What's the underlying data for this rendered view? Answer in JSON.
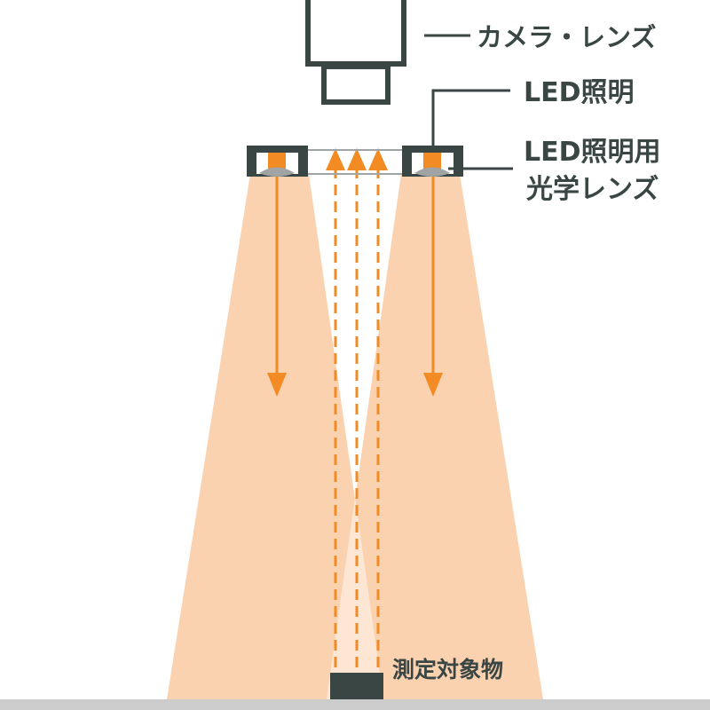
{
  "labels": {
    "camera_lens": "カメラ・レンズ",
    "led_light": "LED照明",
    "led_lens_line1": "LED照明用",
    "led_lens_line2": "光学レンズ",
    "target": "測定対象物"
  },
  "colors": {
    "dark": "#3a4644",
    "orange": "#f38b24",
    "beam": "#fbd2b0",
    "floor": "#cccccc",
    "lens_gray": "#a0a4a4"
  }
}
